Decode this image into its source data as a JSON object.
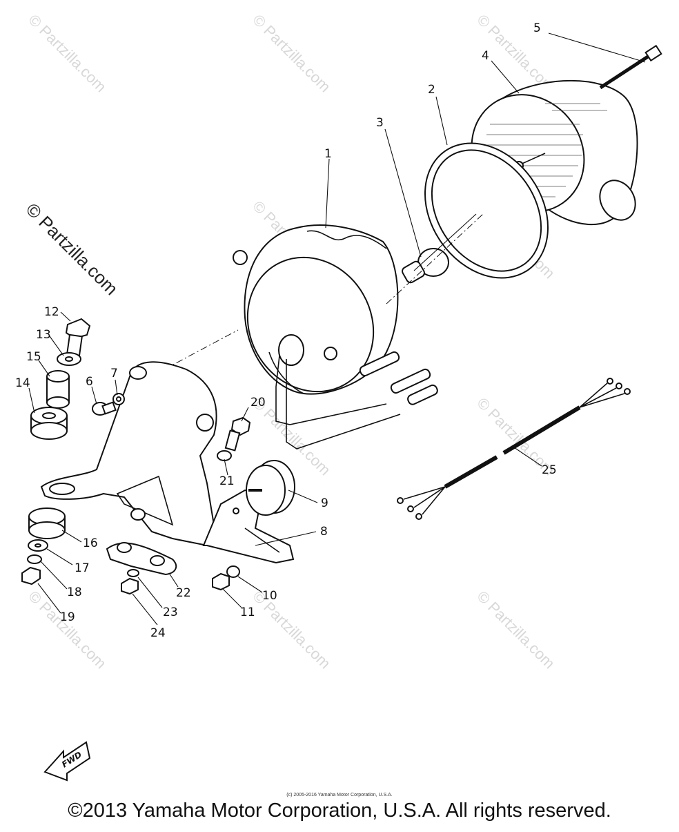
{
  "diagram": {
    "callouts": [
      "1",
      "2",
      "3",
      "4",
      "5",
      "6",
      "7",
      "8",
      "9",
      "10",
      "11",
      "12",
      "13",
      "14",
      "15",
      "16",
      "17",
      "18",
      "19",
      "20",
      "21",
      "22",
      "23",
      "24",
      "25"
    ],
    "fwd_label": "FWD",
    "watermark": "© Partzilla.com"
  },
  "footer": {
    "copyright_small": "(c) 2005-2016 Yamaha Motor Corporation, U.S.A.",
    "copyright_main": "©2013 Yamaha Motor Corporation, U.S.A. All rights reserved."
  }
}
